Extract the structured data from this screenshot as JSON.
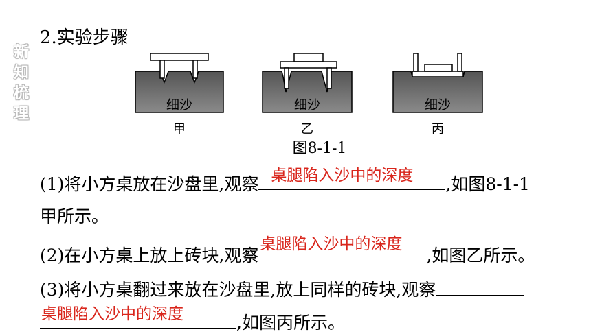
{
  "sidebar": {
    "chars": [
      "新",
      "知",
      "梳",
      "理"
    ]
  },
  "heading": "2.实验步骤",
  "figures": [
    {
      "sand": "细沙",
      "label": "甲"
    },
    {
      "sand": "细沙",
      "label": "乙"
    },
    {
      "sand": "细沙",
      "label": "丙"
    }
  ],
  "caption": "图8-1-1",
  "steps": {
    "s1_text": "(1)将小方桌放在沙盘里,观察",
    "s1_answer": "桌腿陷入沙中的深度",
    "s1_after": ",如图8-1-1",
    "s1_cont": "甲所示。",
    "s2_text": "(2)在小方桌上放上砖块,观察",
    "s2_answer": "桌腿陷入沙中的深度",
    "s2_after": ",如图乙所示。",
    "s3_text": "(3)将小方桌翻过来放在沙盘里,放上同样的砖块,观察",
    "s3_answer": "桌腿陷入沙中的深度",
    "s3_after": ",如图丙所示。"
  },
  "colors": {
    "answer": "#d9261c",
    "sand": "#6b6b6b"
  }
}
